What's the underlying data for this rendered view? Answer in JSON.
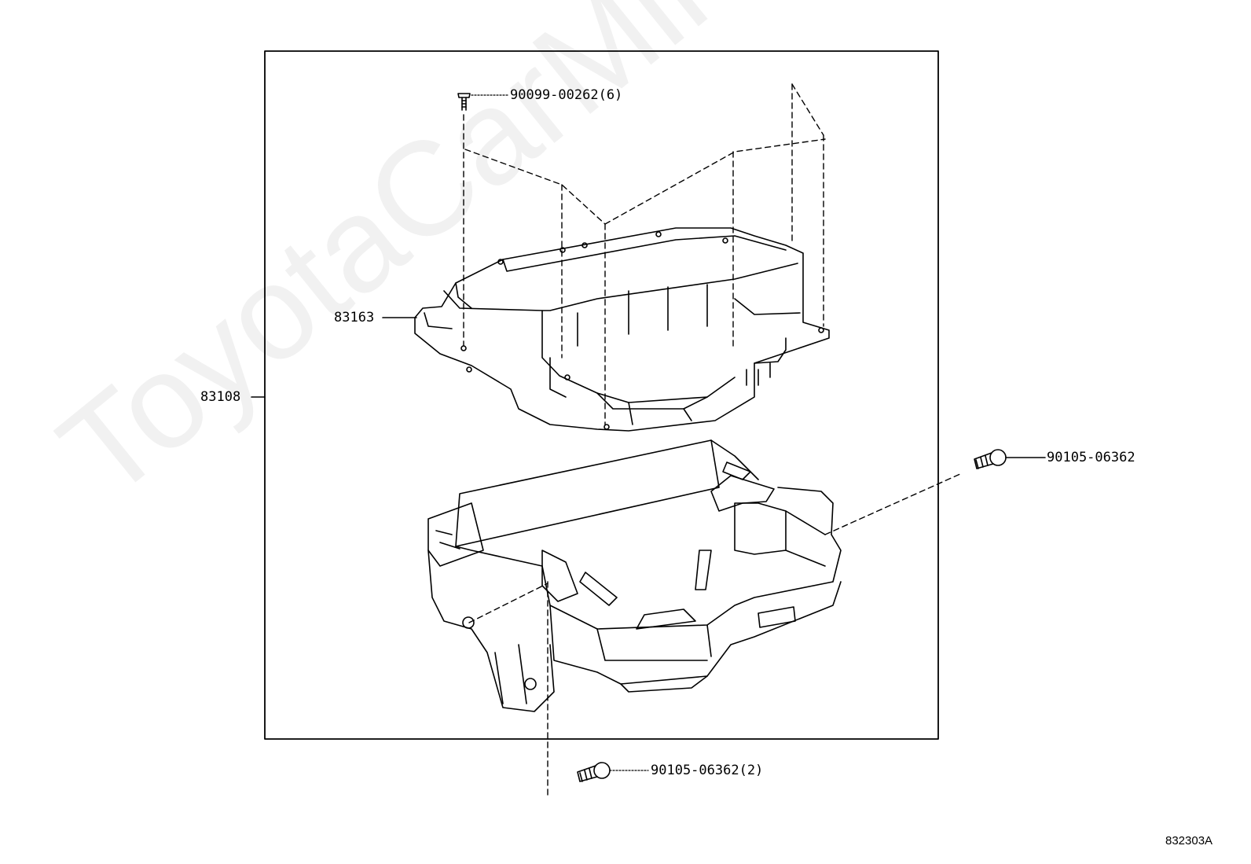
{
  "watermark": "ToyotaCarMine.ru",
  "figure_id": "832303A",
  "callouts": {
    "assembly": "83108",
    "upper_case": "83163",
    "screw_top": "90099-00262(6)",
    "screw_right": "90105-06362",
    "screw_bottom": "90105-06362(2)"
  }
}
